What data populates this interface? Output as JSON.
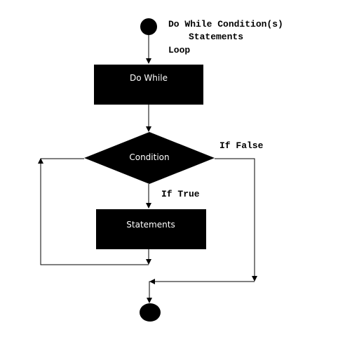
{
  "code": {
    "line1": "Do While Condition(s)",
    "line2": "Statements",
    "line3": "Loop"
  },
  "nodes": {
    "do_while": "Do While",
    "condition": "Condition",
    "statements": "Statements"
  },
  "edges": {
    "if_false": "If False",
    "if_true": "If True"
  },
  "colors": {
    "shape_fill": "#000000",
    "shape_text": "#ffffff",
    "line": "#000000",
    "background": "#ffffff"
  }
}
